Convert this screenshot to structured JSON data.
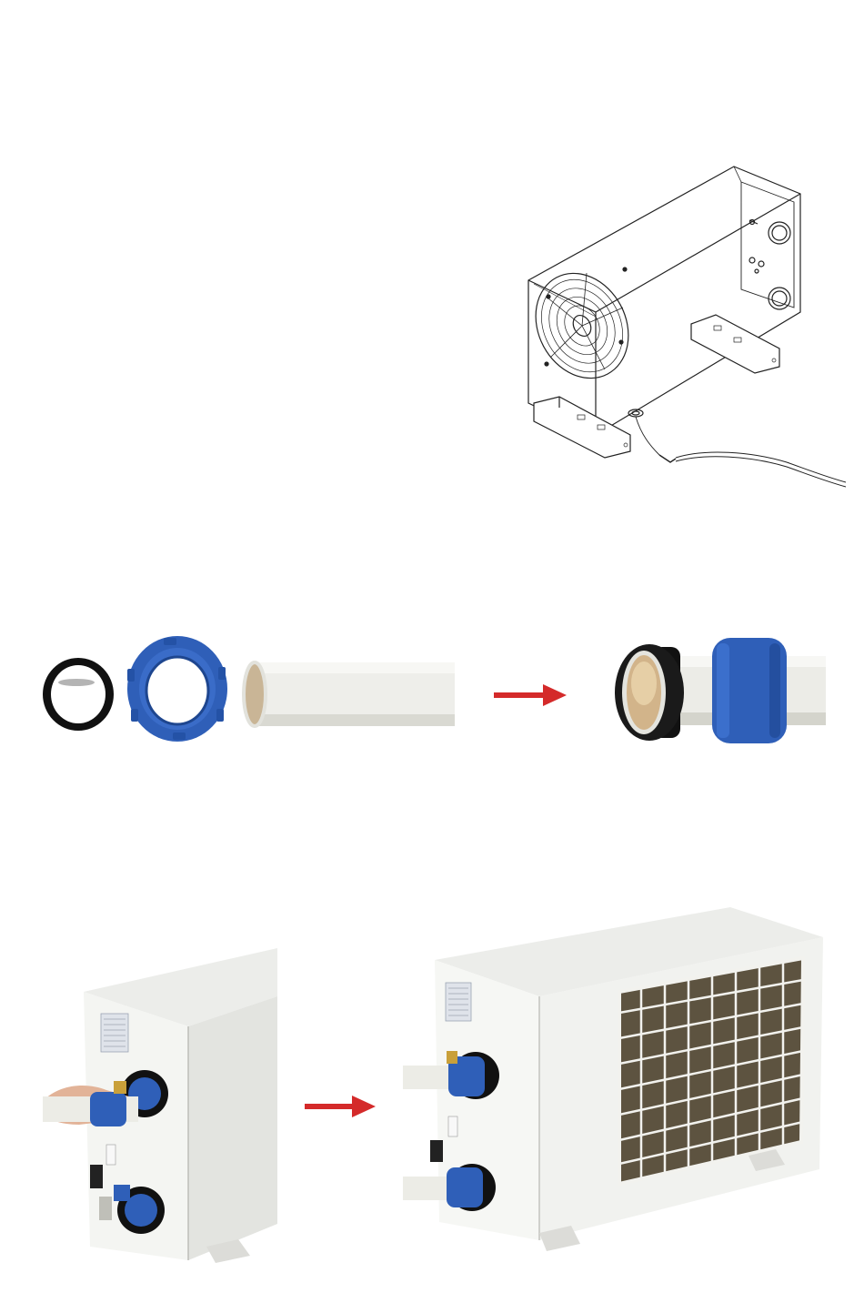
{
  "page": {
    "background": "#ffffff"
  },
  "figures": {
    "drawing": {
      "name": "heat-pump-line-drawing",
      "icon": "fan-grille-icon"
    },
    "parts": {
      "name": "pipe-union-parts",
      "icons": [
        "seal-ring-icon",
        "union-nut-icon",
        "pvc-pipe-icon"
      ]
    },
    "assembled": {
      "name": "assembled-pipe-union",
      "icon": "pipe-with-union-icon"
    },
    "unit_side": {
      "name": "heat-pump-side-connection",
      "icon": "heat-pump-unit-icon"
    },
    "unit_installed": {
      "name": "heat-pump-installed",
      "icon": "heat-pump-grille-icon"
    }
  },
  "colors": {
    "arrow": "#d42a2a",
    "union_blue": "#2f5fb8",
    "seal_black": "#111111",
    "pipe_white": "#eeeeea",
    "unit_white": "#f1f2ef",
    "grille_dark": "#5d5340",
    "line_drawing": "#222222"
  }
}
